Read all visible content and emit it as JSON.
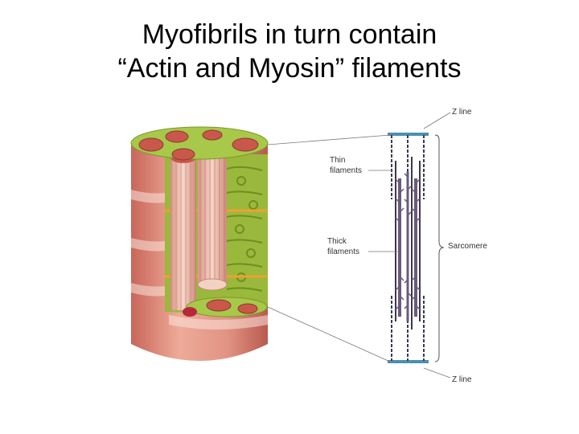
{
  "slide": {
    "title_line1": "Myofibrils in turn contain",
    "title_line2": "“Actin and Myosin” filaments"
  },
  "diagram": {
    "labels": {
      "z_line_top": "Z line",
      "thin_line1": "Thin",
      "thin_line2": "filaments",
      "thick_line1": "Thick",
      "thick_line2": "filaments",
      "sarcomere": "Sarcomere",
      "z_line_bottom": "Z line"
    },
    "colors": {
      "fiber_outer": "#e8a090",
      "fiber_dark": "#c8665a",
      "reticulum": "#a8c84a",
      "reticulum_dark": "#7a9a2a",
      "myofibril": "#f2c8b8",
      "myofibril_top": "#c9584a",
      "thick_filament": "#6a5a7a",
      "thin_filament": "#3a3a4a",
      "z_disc": "#4a90b0",
      "leader_line": "#777777"
    }
  }
}
